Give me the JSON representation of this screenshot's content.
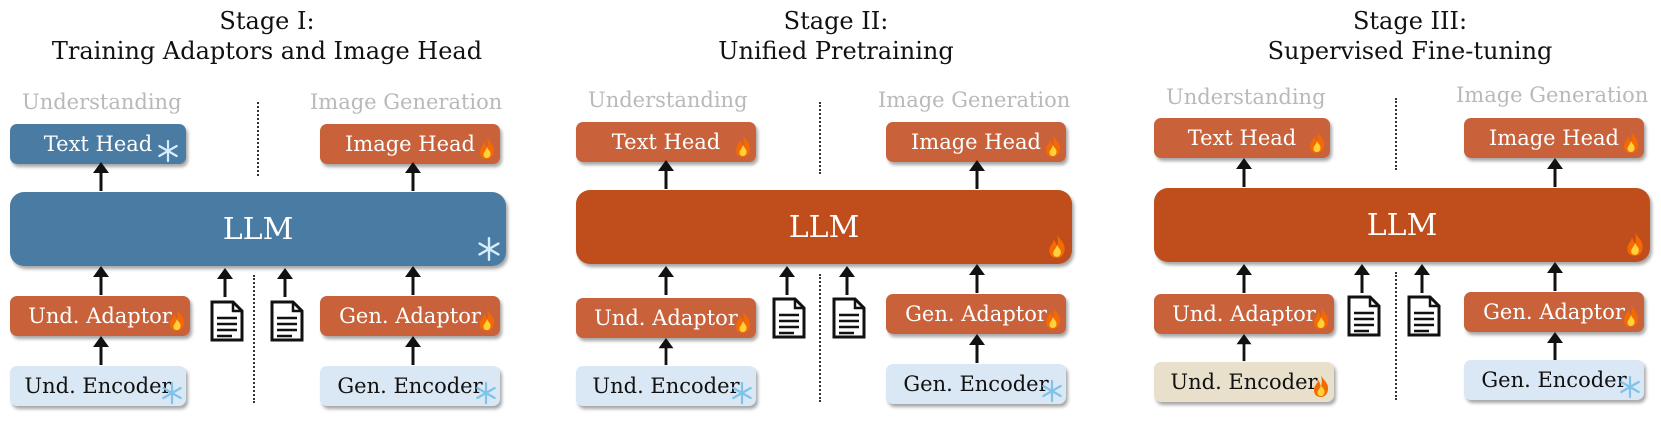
{
  "stages": [
    {
      "title_line1": "Stage I:",
      "title_line2": "Training Adaptors and Image Head",
      "und_label": "Understanding",
      "gen_label": "Image Generation",
      "text_head": "Text Head",
      "image_head": "Image Head",
      "llm": "LLM",
      "und_adaptor": "Und. Adaptor",
      "gen_adaptor": "Gen. Adaptor",
      "und_encoder": "Und. Encoder",
      "gen_encoder": "Gen. Encoder"
    },
    {
      "title_line1": "Stage II:",
      "title_line2": "Unified Pretraining",
      "und_label": "Understanding",
      "gen_label": "Image Generation",
      "text_head": "Text Head",
      "image_head": "Image Head",
      "llm": "LLM",
      "und_adaptor": "Und. Adaptor",
      "gen_adaptor": "Gen. Adaptor",
      "und_encoder": "Und. Encoder",
      "gen_encoder": "Gen. Encoder"
    },
    {
      "title_line1": "Stage III:",
      "title_line2": "Supervised Fine-tuning",
      "und_label": "Understanding",
      "gen_label": "Image Generation",
      "text_head": "Text Head",
      "image_head": "Image Head",
      "llm": "LLM",
      "und_adaptor": "Und. Adaptor",
      "gen_adaptor": "Gen. Adaptor",
      "und_encoder": "Und. Encoder",
      "gen_encoder": "Gen. Encoder"
    }
  ],
  "colors": {
    "frozen_blue": "#4a7ba3",
    "trainable_orange": "#c9623a",
    "llm_orange": "#bf4e1c",
    "encoder_light": "#dae7f4",
    "encoder_beige": "#e9e0cc"
  }
}
